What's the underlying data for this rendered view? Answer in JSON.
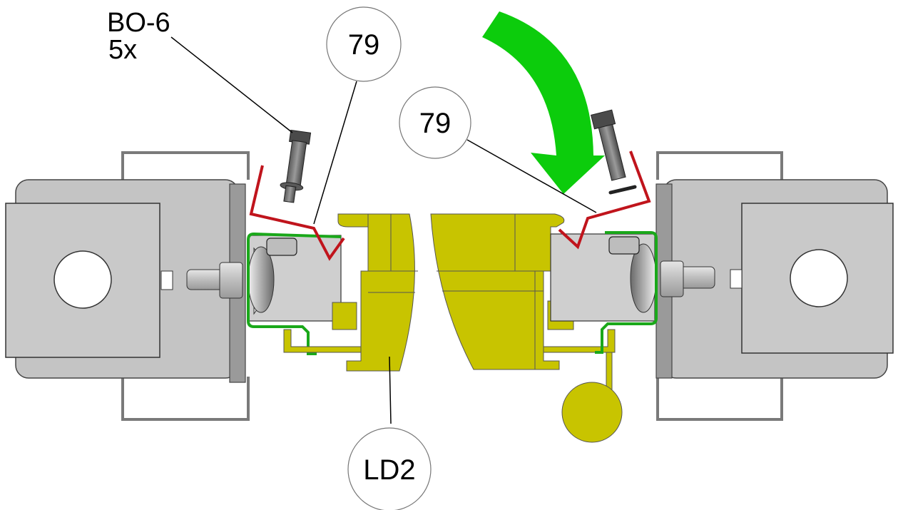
{
  "labels": {
    "part_code": "BO-6",
    "quantity": "5x",
    "callout_left_top": "79",
    "callout_right": "79",
    "callout_bottom": "LD2"
  },
  "colors": {
    "yellow_part": "#c8c400",
    "red_clip": "#c0141c",
    "green_rail": "#1aa81a",
    "arrow": "#0ccc0c",
    "grey_block": "#c2c2c2",
    "dark_grey": "#8c8c8c",
    "outline": "#333333"
  },
  "icons": {
    "arrow": "curved-arrow-clockwise",
    "bolt": "hex-bolt-icon"
  }
}
